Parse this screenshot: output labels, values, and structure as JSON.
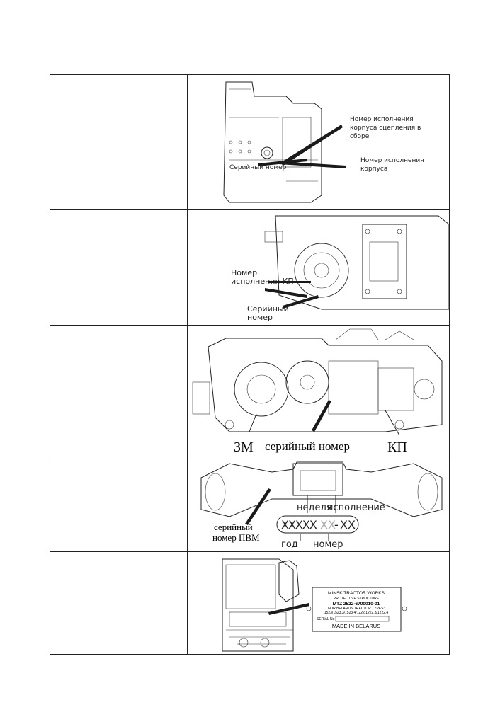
{
  "rows": [
    {
      "labels": {
        "clutch_housing": "Номер исполнения корпуса сцепления в сборе",
        "clutch_housing_l1": "Номер исполнения",
        "clutch_housing_l2": "корпуса сцепления в",
        "clutch_housing_l3": "сборе",
        "housing": "Номер исполнения корпуса",
        "housing_l1": "Номер исполнения",
        "housing_l2": "корпуса",
        "serial": "Серийный номер"
      }
    },
    {
      "labels": {
        "gearbox_variant_l1": "Номер",
        "gearbox_variant_l2": "исполнения КП",
        "serial_l1": "Серийный",
        "serial_l2": "номер"
      }
    },
    {
      "labels": {
        "zm": "ЗМ",
        "serial": "серийный номер",
        "kp": "КП"
      }
    },
    {
      "labels": {
        "week": "неделя",
        "variant": "исполнение",
        "code_main": "XXXXX",
        "code_faded": "XX",
        "code_dash": "-",
        "code_tail": "XX",
        "serial_l1": "серийный",
        "serial_l2": "номер ПВМ",
        "year": "год",
        "number": "номер"
      }
    },
    {
      "plate": {
        "line1": "MINSK TRACTOR WORKS",
        "line2": "PROTECTIVE STRUCTURE",
        "line3": "MTZ 2522-6700010-01",
        "line4": "FOR BELARUS TRACTOR TYPES:",
        "line5": "1523/1523.3/1523.4/1222/1222.3/1222.4",
        "serial_label": "SERIAL No",
        "made_in": "MADE IN BELARUS"
      }
    }
  ]
}
